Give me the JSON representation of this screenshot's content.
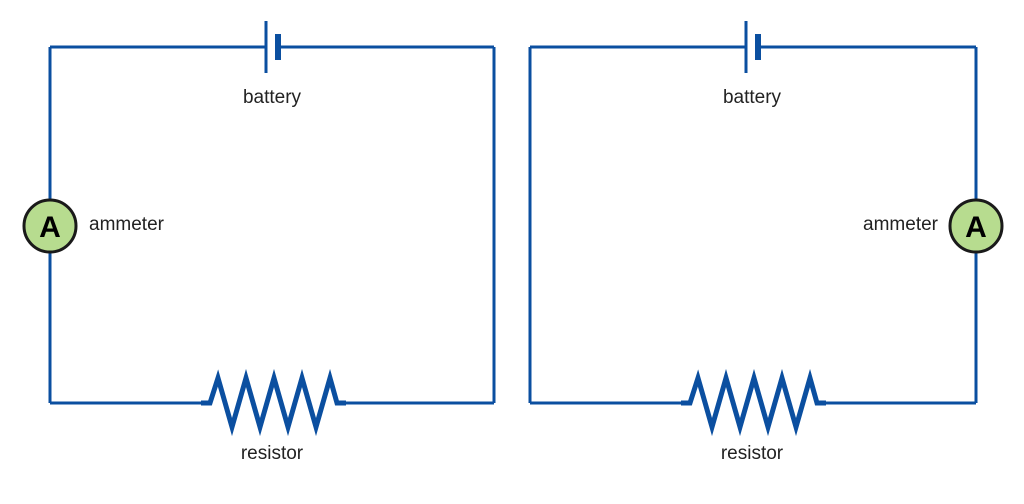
{
  "diagram": {
    "colors": {
      "wire": "#0b4fa0",
      "ammeter_fill": "#b7dc8f",
      "ammeter_stroke": "#1a1a1a",
      "text": "#222222"
    },
    "circuits": [
      {
        "name": "left-circuit",
        "ammeter_position": "left side",
        "labels": {
          "battery": "battery",
          "ammeter": "ammeter",
          "ammeter_symbol": "A",
          "resistor": "resistor"
        }
      },
      {
        "name": "right-circuit",
        "ammeter_position": "right side",
        "labels": {
          "battery": "battery",
          "ammeter": "ammeter",
          "ammeter_symbol": "A",
          "resistor": "resistor"
        }
      }
    ]
  }
}
